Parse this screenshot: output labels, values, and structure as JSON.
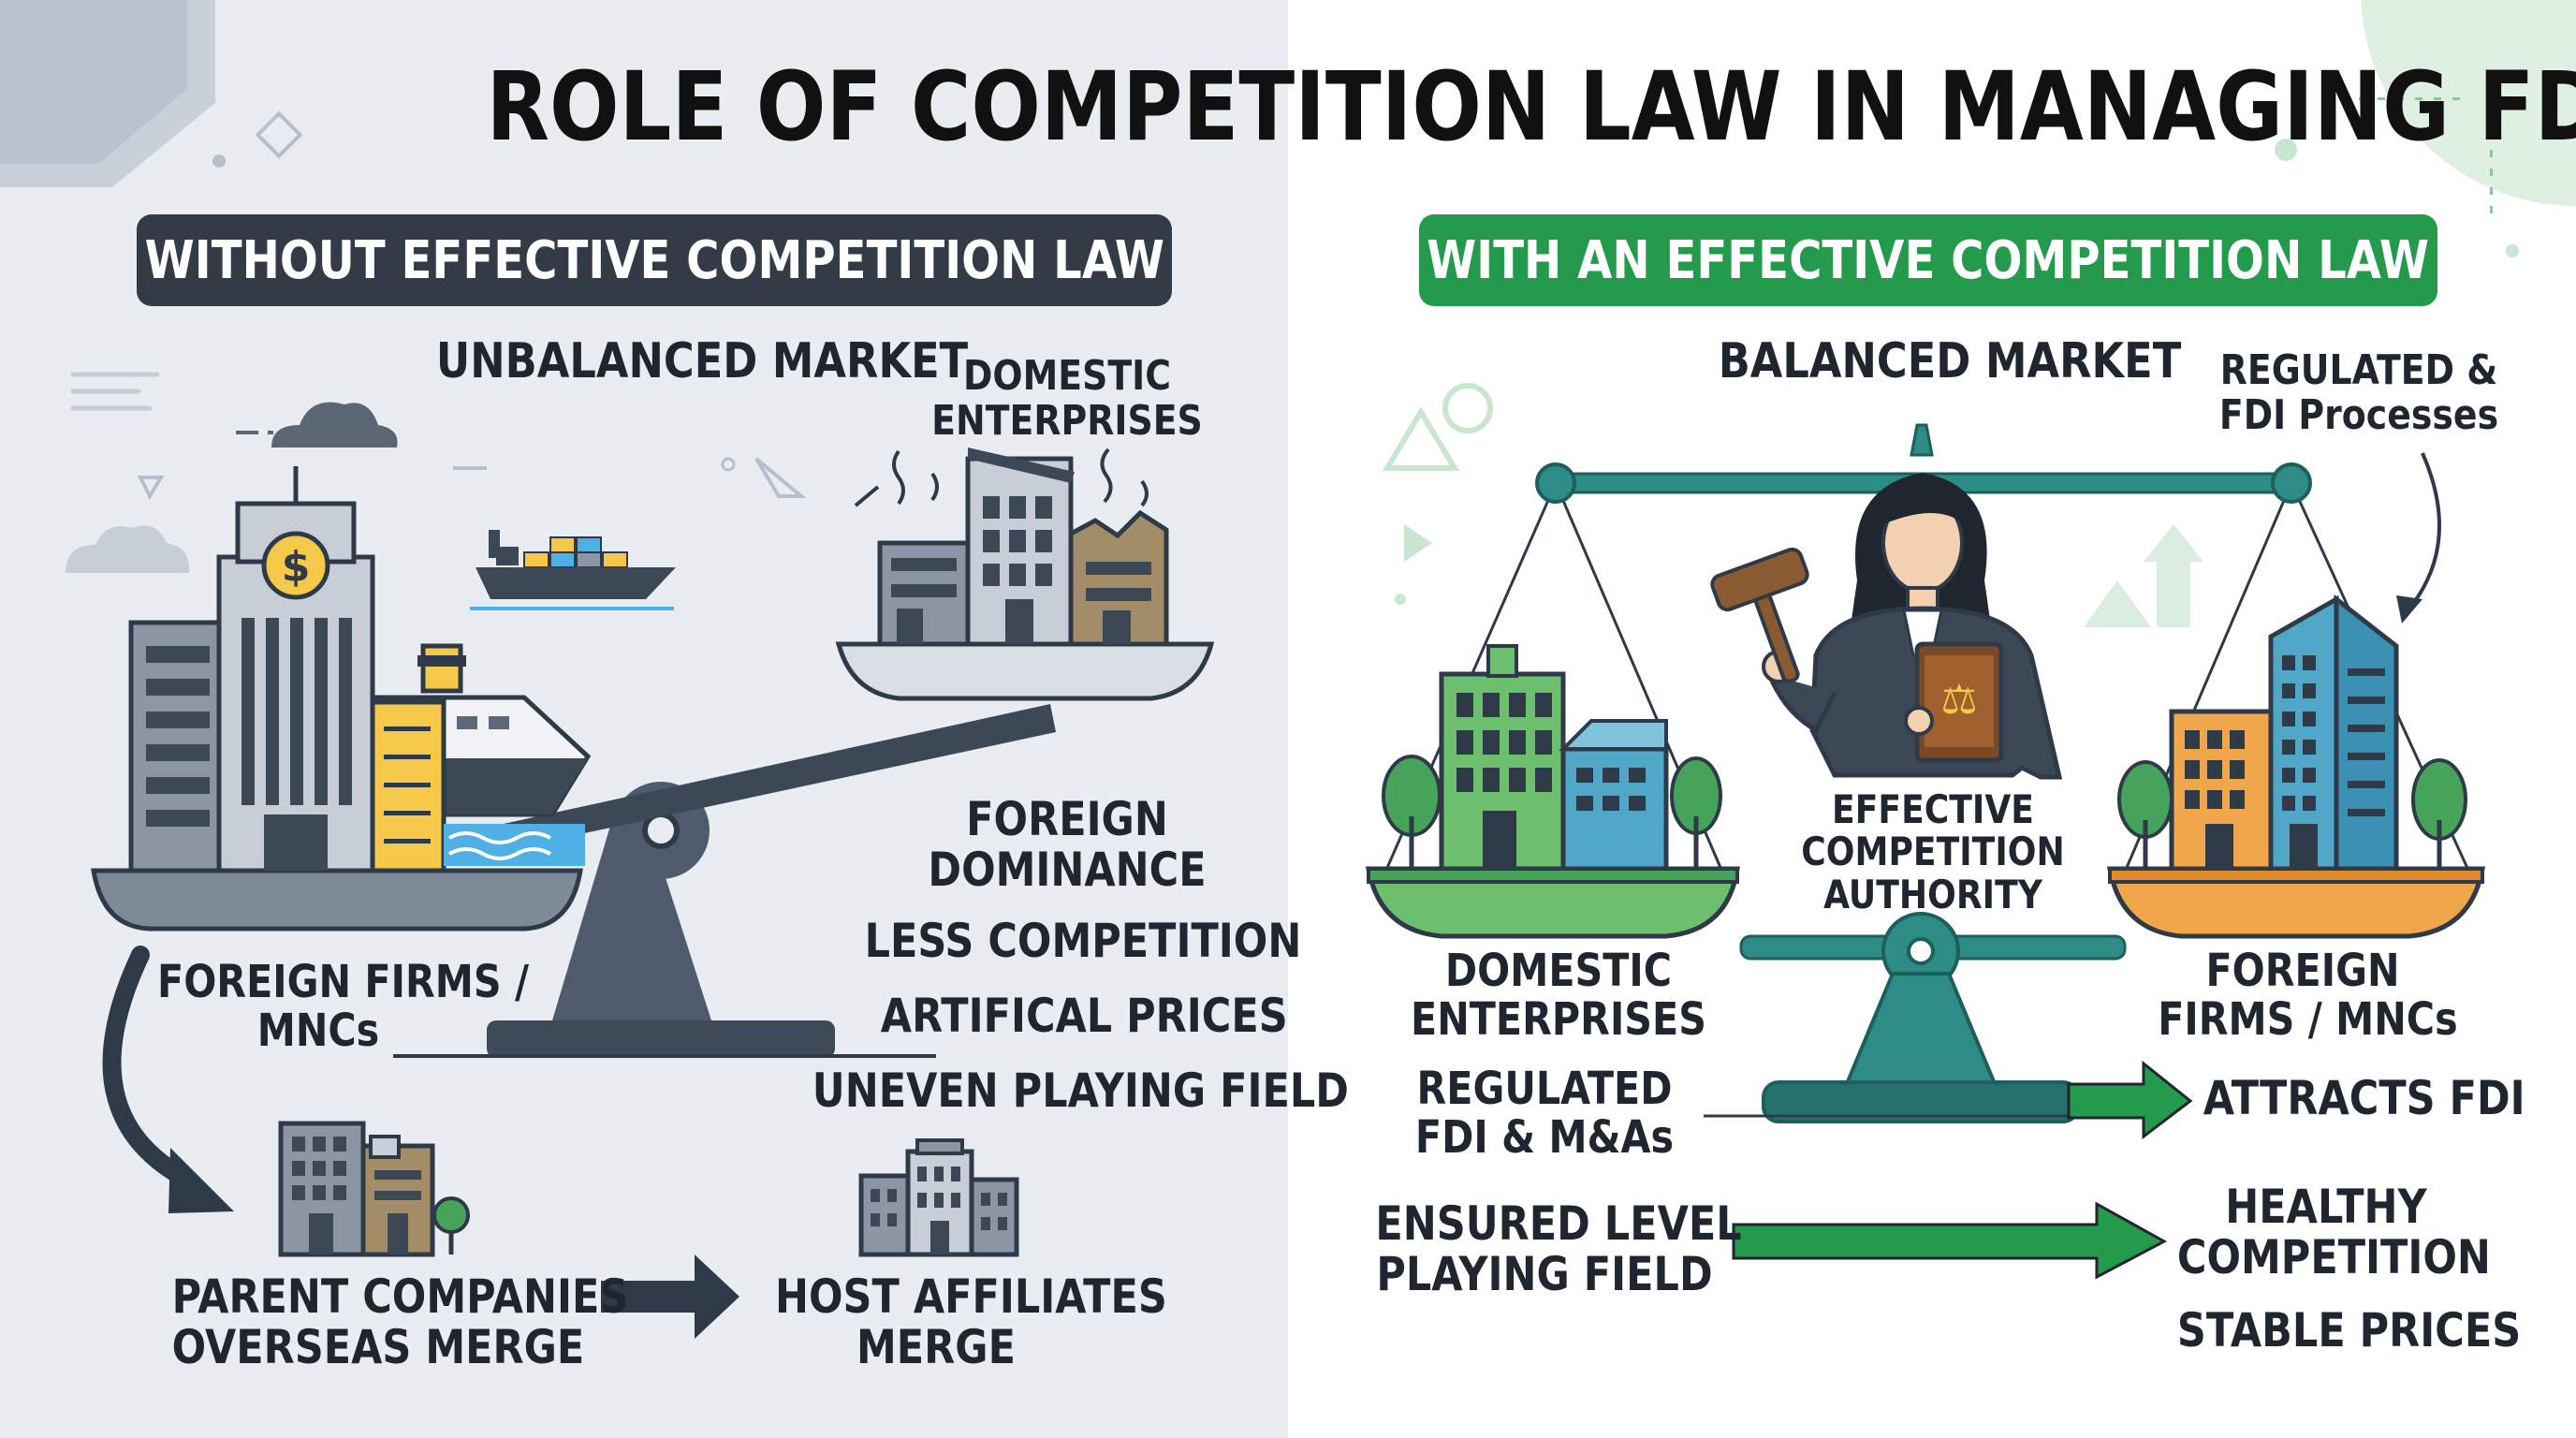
{
  "title": "ROLE OF COMPETITION LAW IN MANAGING FDI",
  "left": {
    "banner": "WITHOUT EFFECTIVE COMPETITION LAW",
    "market": "UNBALANCED MARKET",
    "domestic": [
      "DOMESTIC",
      "ENTERPRISES"
    ],
    "foreign_firms": [
      "FOREIGN FIRMS /",
      "MNCs"
    ],
    "effects": {
      "foreign_dominance": [
        "FOREIGN",
        "DOMINANCE"
      ],
      "less_competition": "LESS COMPETITION",
      "artificial_prices": "ARTIFICAL PRICES",
      "uneven_field": "UNEVEN PLAYING FIELD"
    },
    "parent": [
      "PARENT COMPANIES",
      "OVERSEAS MERGE"
    ],
    "host": [
      "HOST AFFILIATES",
      "MERGE"
    ]
  },
  "right": {
    "banner": "WITH AN EFFECTIVE COMPETITION LAW",
    "market": "BALANCED MARKET",
    "regulated_processes": [
      "REGULATED &",
      "FDI Processes"
    ],
    "authority": [
      "EFFECTIVE",
      "COMPETITION",
      "AUTHORITY"
    ],
    "domestic": [
      "DOMESTIC",
      "ENTERPRISES"
    ],
    "foreign": [
      "FOREIGN",
      "FIRMS / MNCs"
    ],
    "regulated_fdi": [
      "REGULATED",
      "FDI & M&As"
    ],
    "attracts": "ATTRACTS FDI",
    "level_field": [
      "ENSURED LEVEL",
      "PLAYING FIELD"
    ],
    "healthy": [
      "HEALTHY",
      "COMPETITION"
    ],
    "stable": "STABLE PRICES"
  },
  "colors": {
    "left_bg": "#e9edf2",
    "dark_banner": "#333b47",
    "green_banner": "#239a4c",
    "teal_scale": "#2e8c86",
    "arrow_dark": "#2f3a48",
    "arrow_green": "#239a4c"
  }
}
